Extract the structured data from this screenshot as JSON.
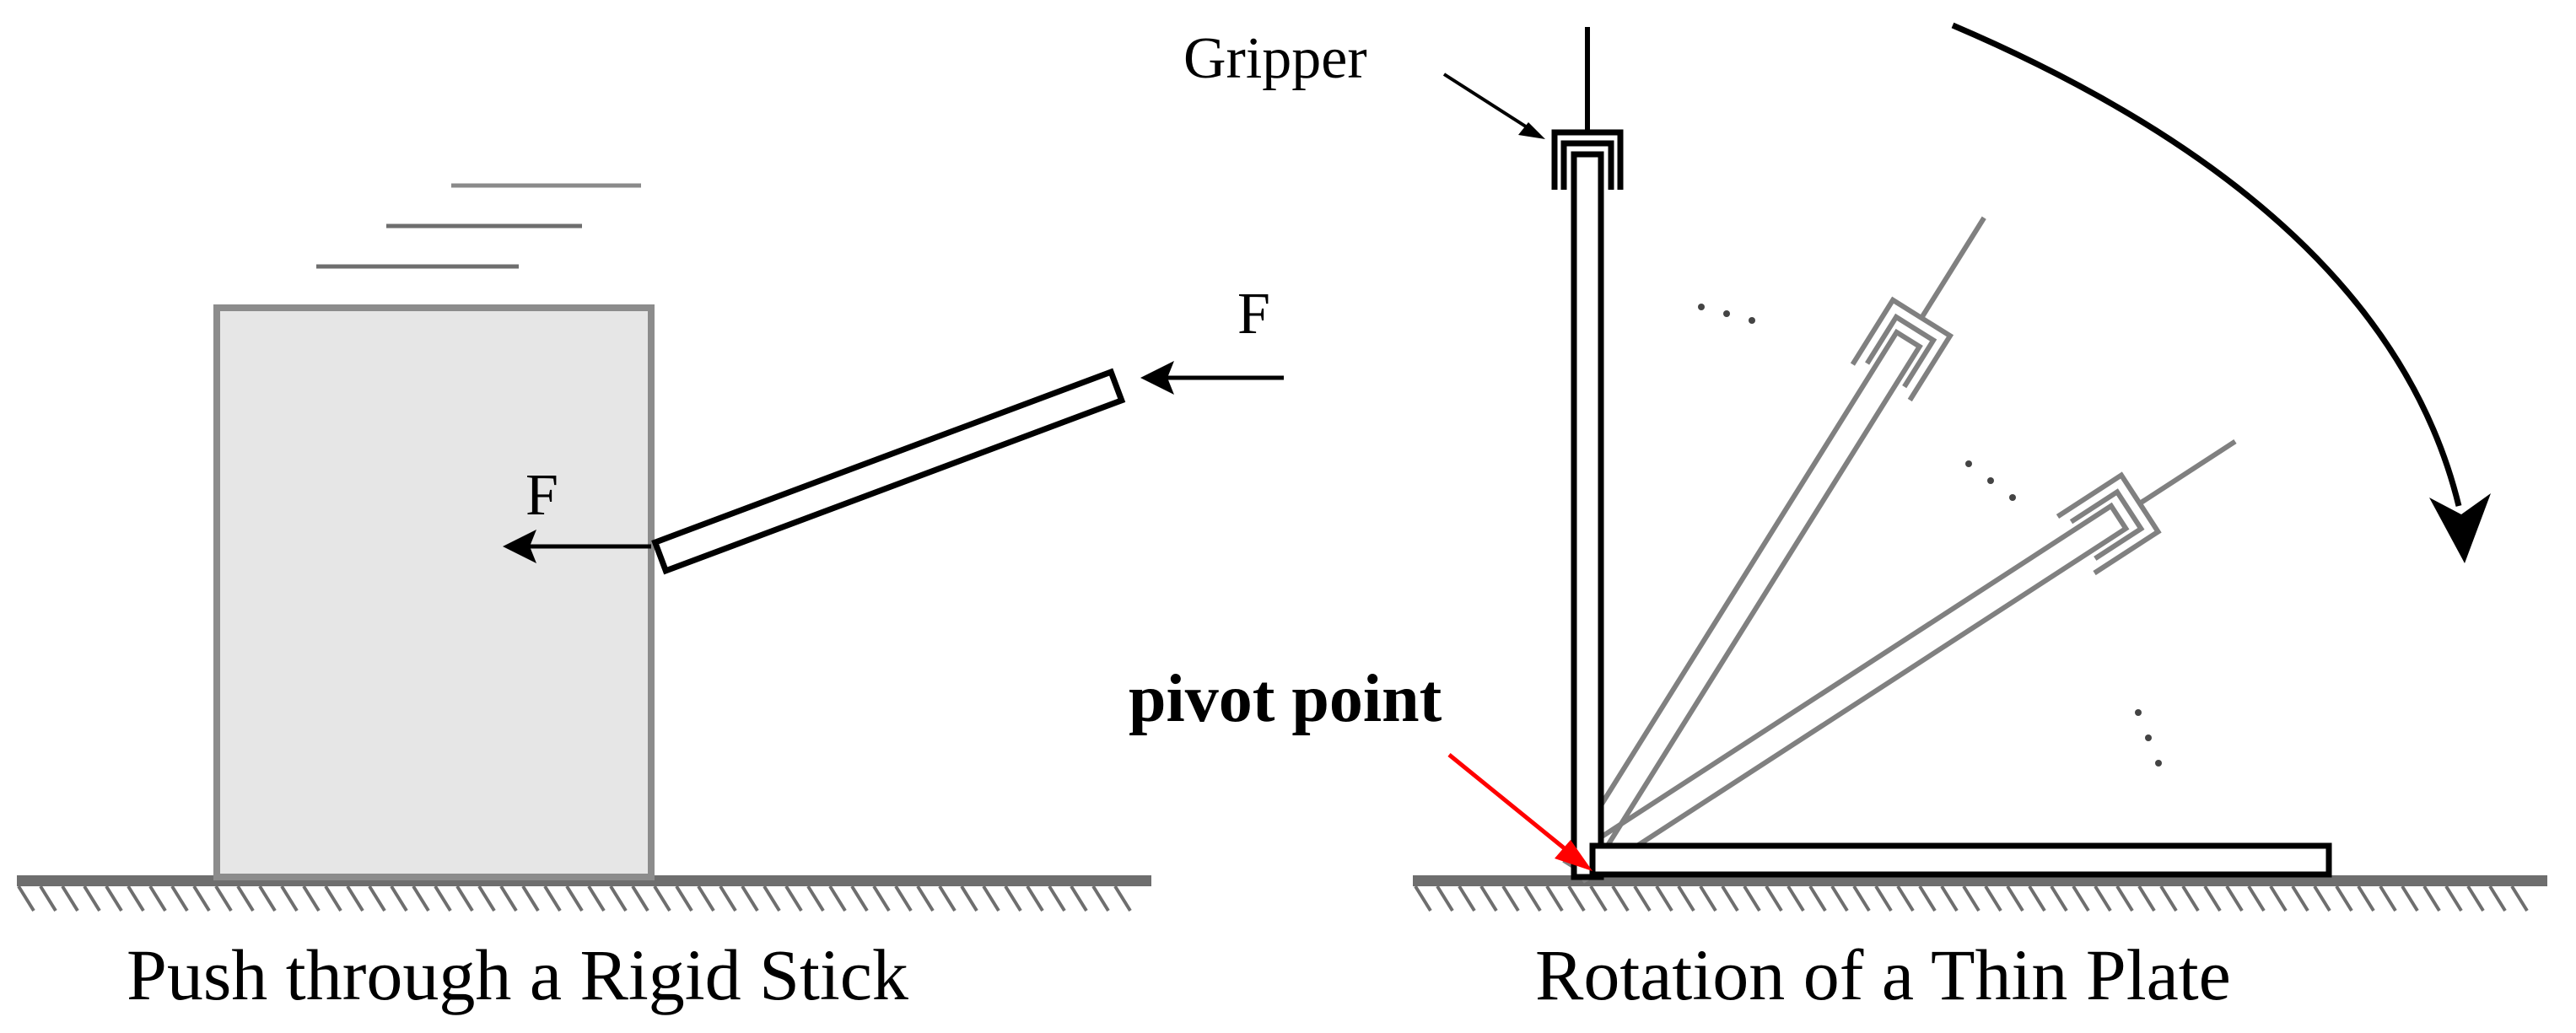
{
  "left_panel": {
    "caption": "Push through a Rigid Stick",
    "force_stick_label": "F",
    "force_box_label": "F"
  },
  "right_panel": {
    "caption": "Rotation of a Thin Plate",
    "gripper_label": "Gripper",
    "pivot_label": "pivot point"
  },
  "colors": {
    "outline": "#000000",
    "box_fill": "#e6e6e6",
    "box_stroke": "#8c8c8c",
    "ghost_plate": "#808080",
    "ground": "#6e6e6e",
    "pivot_arrow": "#ff0000"
  }
}
